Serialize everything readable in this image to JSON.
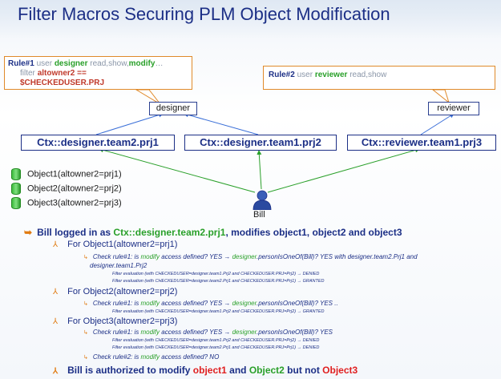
{
  "title": "Filter Macros Securing PLM Object Modification",
  "rule1": {
    "num": "Rule#1",
    "user": "user",
    "role": "designer",
    "perms_plain": "read,show,",
    "perm_modify": "modify",
    "ellipsis": "…",
    "filter_kw": "filter",
    "filter_attr": "altowner2 ==",
    "filter_val": "$CHECKEDUSER.PRJ"
  },
  "rule2": {
    "num": "Rule#2",
    "user": "user",
    "role": "reviewer",
    "perms": "read,show"
  },
  "roles": {
    "designer": "designer",
    "reviewer": "reviewer"
  },
  "contexts": {
    "c1": "Ctx::designer.team2.prj1",
    "c2": "Ctx::designer.team1.prj2",
    "c3": "Ctx::reviewer.team1.prj3"
  },
  "objects": [
    "Object1(altowner2=prj1)",
    "Object2(altowner2=prj2)",
    "Object3(altowner2=prj3)"
  ],
  "bill": "Bill",
  "lines": {
    "login_a": "Bill logged in as ",
    "login_ctx": "Ctx::designer.team2.prj1",
    "login_b": ", modifies object1, object2 and object3",
    "o1": "For Object1(altowner2=prj1)",
    "o1_check_a": "Check rule#1:  is ",
    "o1_check_mod": "modify",
    "o1_check_b": " access defined?  YES → ",
    "o1_check_des": "designer",
    "o1_check_c": ".personIsOneOf(Bill)?  YES with designer.team2.Prj1  and",
    "o1_check_d": "designer.team1.Prj2",
    "o1_f1": "Filter evaluation (with CHECKEDUSER=designer.team1.Prj2 and CHECKEDUSER.PRJ=Prj2) → DENIED",
    "o1_f2": "Filter evaluation (with CHECKEDUSER=designer.team2.Prj1 and CHECKEDUSER.PRJ=Prj1) → GRANTED",
    "o2": "For Object2(altowner2=prj2)",
    "o2_check_a": "Check rule#1:  is ",
    "o2_check_mod": "modify",
    "o2_check_b": " access defined?  YES → ",
    "o2_check_des": "designer",
    "o2_check_c": ".personIsOneOf(Bill)?  YES ..",
    "o2_f1": "Filter evaluation (with CHECKEDUSER=designer.team1.Prj2 and CHECKEDUSER.PRJ=Prj2) → GRANTED",
    "o3": "For Object3(altowner2=prj3)",
    "o3_check_a": "Check rule#1:  is ",
    "o3_check_mod": "modify",
    "o3_check_b": " access defined?  YES → ",
    "o3_check_des": "designer",
    "o3_check_c": ".personIsOneOf(Bill)?  YES",
    "o3_f1": "Filter evaluation (with CHECKEDUSER=designer.team1.Prj2 and CHECKEDUSER.PRJ=Prj2) → DENIED",
    "o3_f2": "Filter evaluation (with CHECKEDUSER=designer.team2.Prj1 and CHECKEDUSER.PRJ=Prj1) → DENIED",
    "o3_check2_a": "Check rule#2:  is ",
    "o3_check2_mod": "modify",
    "o3_check2_b": " access defined?  NO",
    "result_a": "Bill is authorized to modify ",
    "result_o1": "object1",
    "result_and": " and ",
    "result_o2": "Object2",
    "result_but": " but not ",
    "result_o3": "Object3"
  },
  "colors": {
    "title": "#1c2f86",
    "callout_border": "#e08a2a",
    "arrow_blue": "#3a6fd8",
    "arrow_green": "#2aa02a",
    "grant_green": "#2aa02a",
    "deny_red": "#e02020"
  }
}
